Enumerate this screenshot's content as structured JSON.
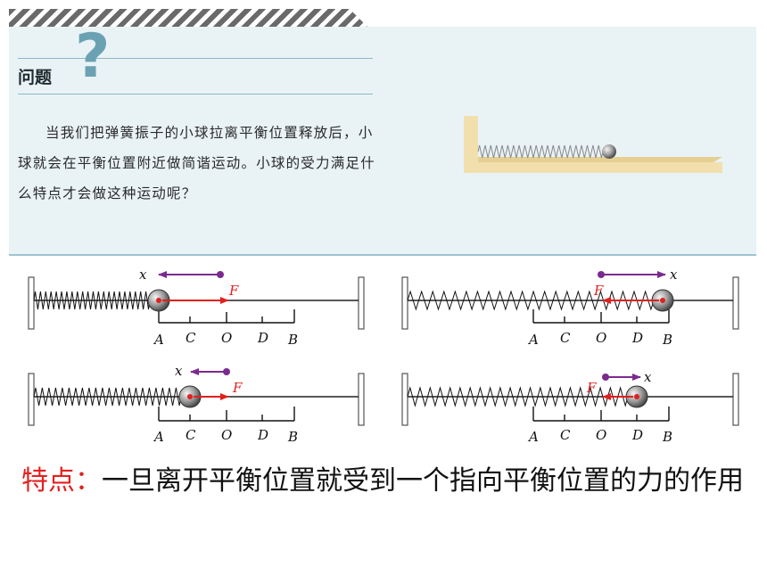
{
  "question": {
    "title": "问题",
    "mark": "?",
    "body": "当我们把弹簧振子的小球拉离平衡位置释放后，小球就会在平衡位置附近做简谐运动。小球的受力满足什么特点才会做这种运动呢？"
  },
  "diagram_labels": {
    "x": "x",
    "F": "F",
    "points": [
      "A",
      "C",
      "O",
      "D",
      "B"
    ]
  },
  "colors": {
    "displacement_arrow": "#7b2a8f",
    "force_arrow": "#e02020",
    "feature_label": "#e32020",
    "panel_bg": "#e9f3f6"
  },
  "feature": {
    "label": "特点：",
    "text": "一旦离开平衡位置就受到一个指向平衡位置的力的作用"
  }
}
